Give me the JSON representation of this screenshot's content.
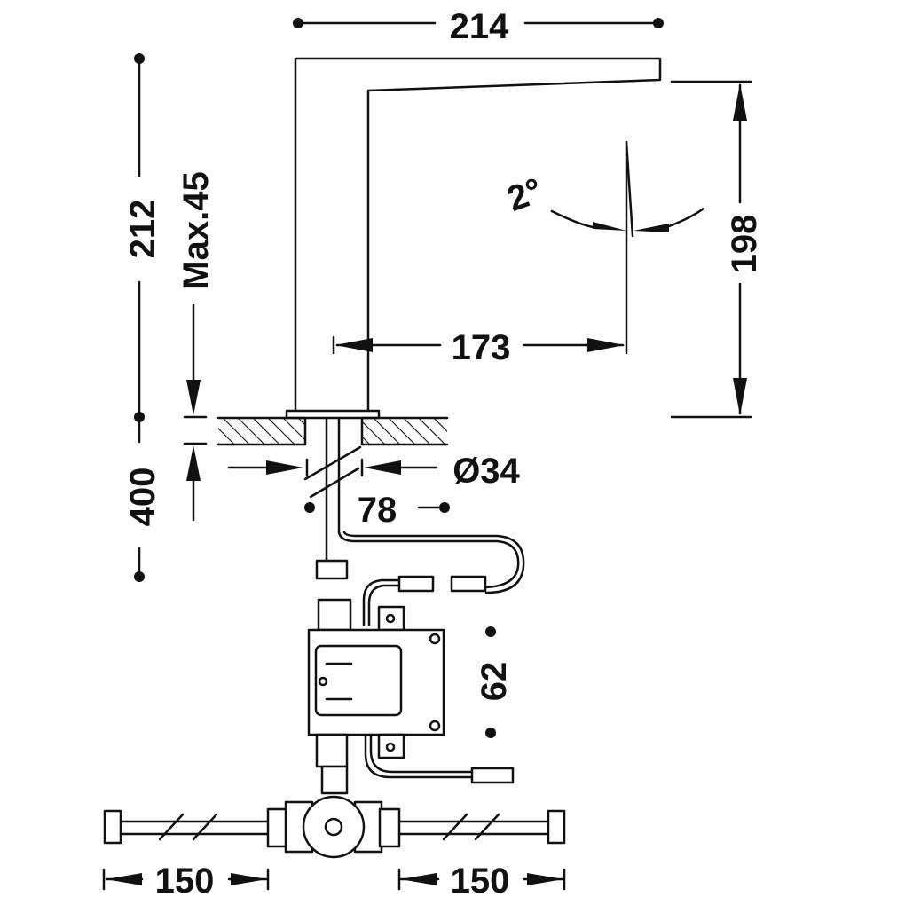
{
  "dimensions": {
    "top_width": "214",
    "spout_reach": "173",
    "spout_height": "198",
    "total_height": "212",
    "max_deck": "Max.45",
    "below_deck": "400",
    "hole_diameter": "Ø34",
    "hole_spacing": "78",
    "box_height": "62",
    "left_hose": "150",
    "right_hose": "150",
    "angle": "2°"
  },
  "colors": {
    "line": "#111111",
    "background": "#ffffff"
  }
}
